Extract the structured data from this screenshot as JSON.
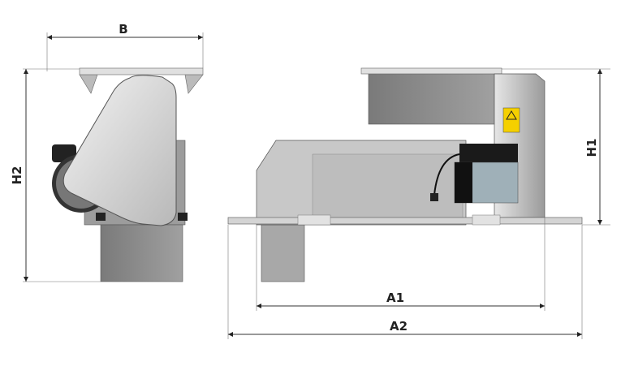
{
  "dimensions": {
    "width_label": "B",
    "height_front_label": "H2",
    "height_side_label": "H1",
    "length_body_label": "A1",
    "length_total_label": "A2"
  },
  "colors": {
    "metal_light": "#d8d8d8",
    "metal_dark": "#8a8a8a",
    "warning_label": "#f5d000"
  }
}
